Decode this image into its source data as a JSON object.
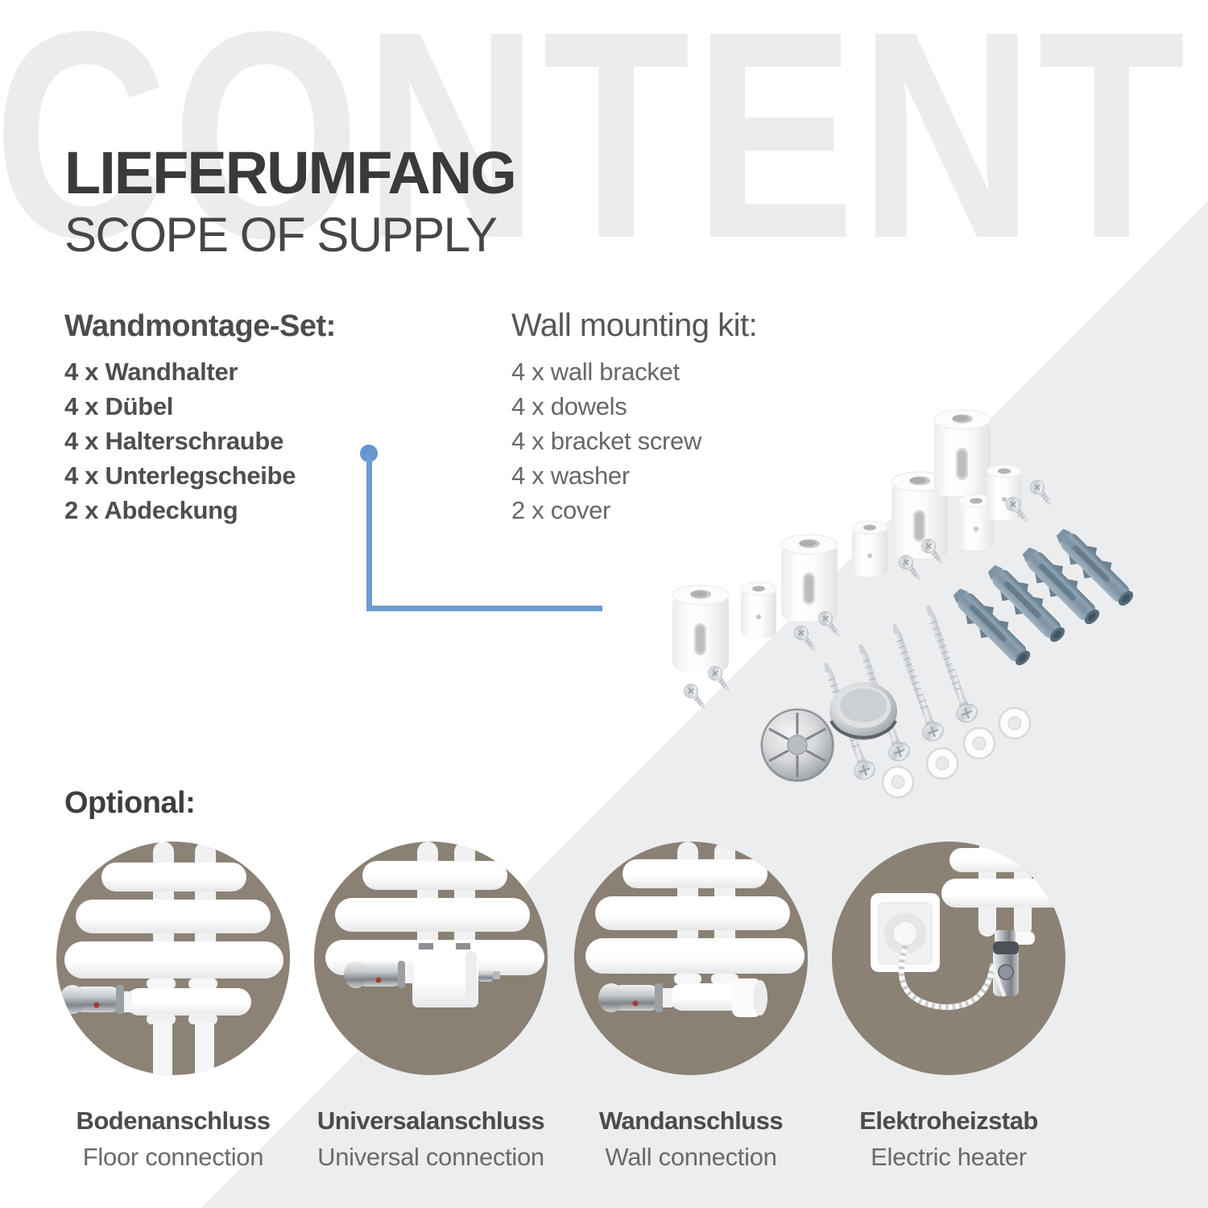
{
  "watermark": "CONTENT",
  "title": {
    "de": "LIEFERUMFANG",
    "en": "SCOPE OF SUPPLY"
  },
  "kit": {
    "de": {
      "heading": "Wandmontage-Set:",
      "items": [
        "4 x Wandhalter",
        "4 x Dübel",
        "4 x Halterschraube",
        "4 x Unterlegscheibe",
        "2 x Abdeckung"
      ]
    },
    "en": {
      "heading": "Wall mounting kit:",
      "items": [
        "4 x wall bracket",
        "4 x dowels",
        "4 x bracket screw",
        "4 x washer",
        "2 x cover"
      ]
    }
  },
  "optional": {
    "heading": "Optional:",
    "items": [
      {
        "de": "Bodenanschluss",
        "en": "Floor connection"
      },
      {
        "de": "Universalanschluss",
        "en": "Universal connection"
      },
      {
        "de": "Wandanschluss",
        "en": "Wall connection"
      },
      {
        "de": "Elektroheizstab",
        "en": "Electric heater"
      }
    ]
  },
  "colors": {
    "accent_blue": "#6b9cd1",
    "watermark_gray": "#ececec",
    "panel_gray": "#ecedef",
    "photo_background_taupe": "#8b8175",
    "title_dark": "#3a3a3a",
    "text_gray": "#676767",
    "dowel_blue_gray": "#7d93a3"
  }
}
